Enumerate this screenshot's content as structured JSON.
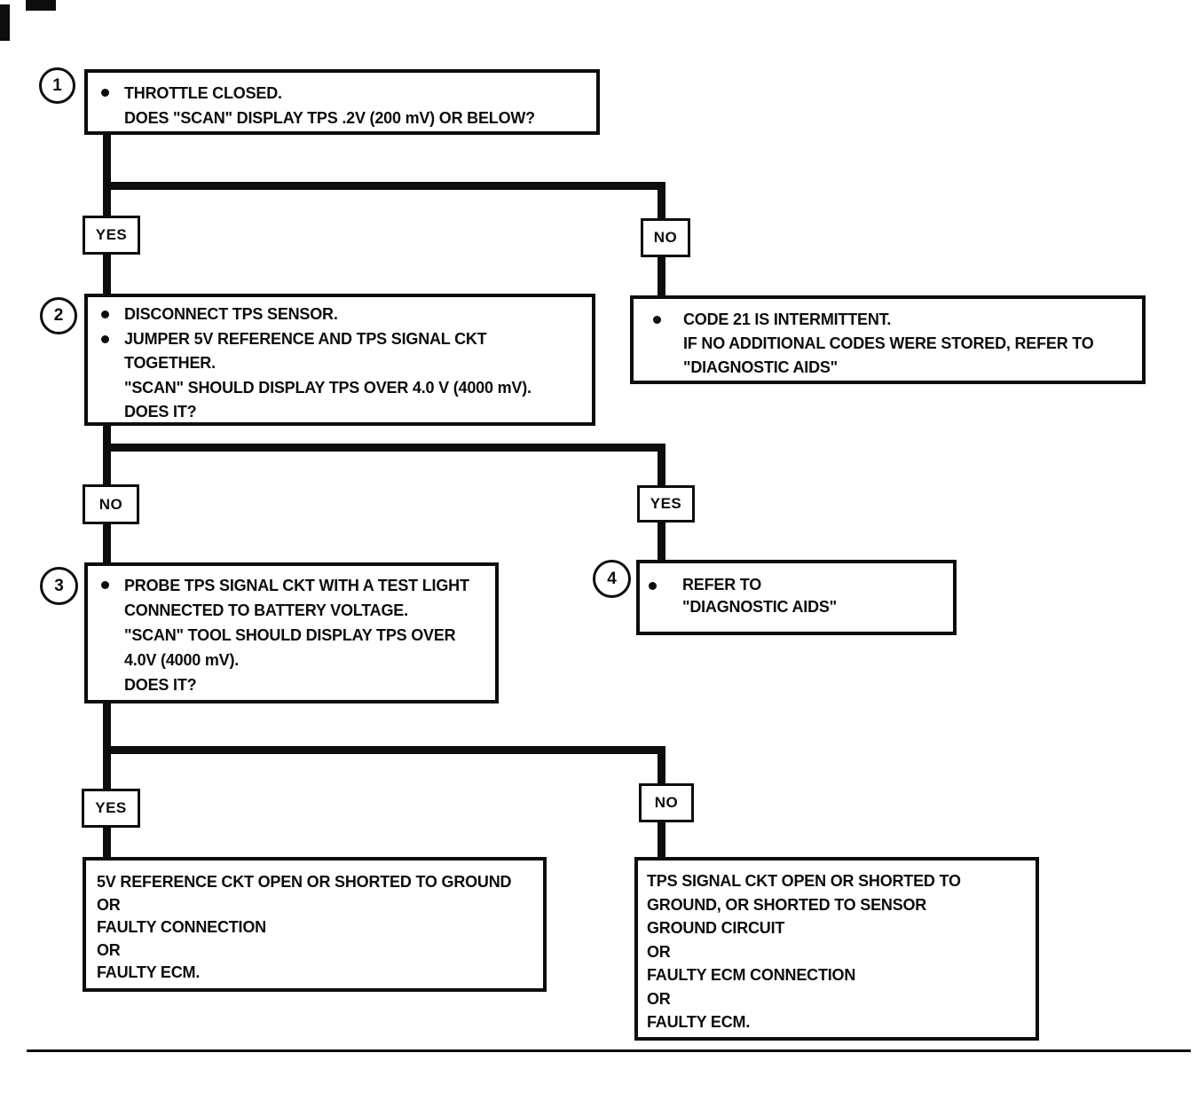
{
  "colors": {
    "ink": "#0d0d0d",
    "paper": "#ffffff"
  },
  "branches": {
    "b1": {
      "left": "YES",
      "right": "NO"
    },
    "b2": {
      "left": "NO",
      "right": "YES"
    },
    "b3": {
      "left": "YES",
      "right": "NO"
    }
  },
  "nodes": {
    "step1": {
      "number": "1",
      "lines": [
        {
          "bullet": true,
          "text": "THROTTLE CLOSED."
        },
        {
          "bullet": false,
          "text": "DOES \"SCAN\" DISPLAY TPS .2V (200 mV) OR BELOW?"
        }
      ]
    },
    "step2": {
      "number": "2",
      "lines": [
        {
          "bullet": true,
          "text": "DISCONNECT TPS SENSOR."
        },
        {
          "bullet": true,
          "text": "JUMPER 5V REFERENCE AND TPS SIGNAL CKT"
        },
        {
          "bullet": false,
          "text": "TOGETHER."
        },
        {
          "bullet": false,
          "text": "\"SCAN\" SHOULD DISPLAY TPS OVER 4.0 V (4000 mV)."
        },
        {
          "bullet": false,
          "text": "DOES IT?"
        }
      ]
    },
    "code21": {
      "lines": [
        {
          "bullet": true,
          "text": "CODE 21 IS INTERMITTENT."
        },
        {
          "bullet": false,
          "text": "IF NO ADDITIONAL CODES WERE STORED, REFER TO"
        },
        {
          "bullet": false,
          "text": "\"DIAGNOSTIC AIDS\""
        }
      ]
    },
    "step3": {
      "number": "3",
      "lines": [
        {
          "bullet": true,
          "text": "PROBE TPS SIGNAL CKT WITH A TEST LIGHT"
        },
        {
          "bullet": false,
          "text": "CONNECTED TO BATTERY VOLTAGE."
        },
        {
          "bullet": false,
          "text": "\"SCAN\" TOOL SHOULD DISPLAY TPS OVER"
        },
        {
          "bullet": false,
          "text": "4.0V (4000 mV)."
        },
        {
          "bullet": false,
          "text": "DOES IT?"
        }
      ]
    },
    "step4": {
      "number": "4",
      "lines": [
        {
          "bullet": true,
          "text": "REFER TO"
        },
        {
          "bullet": false,
          "text": "\"DIAGNOSTIC AIDS\""
        }
      ]
    },
    "resultYes": {
      "lines": [
        "5V REFERENCE CKT OPEN OR SHORTED TO GROUND",
        "OR",
        "FAULTY CONNECTION",
        "OR",
        "FAULTY ECM."
      ]
    },
    "resultNo": {
      "lines": [
        "TPS SIGNAL CKT OPEN OR SHORTED TO",
        "GROUND, OR SHORTED TO SENSOR",
        "GROUND CIRCUIT",
        "OR",
        "FAULTY ECM CONNECTION",
        "OR",
        "FAULTY ECM."
      ]
    }
  }
}
